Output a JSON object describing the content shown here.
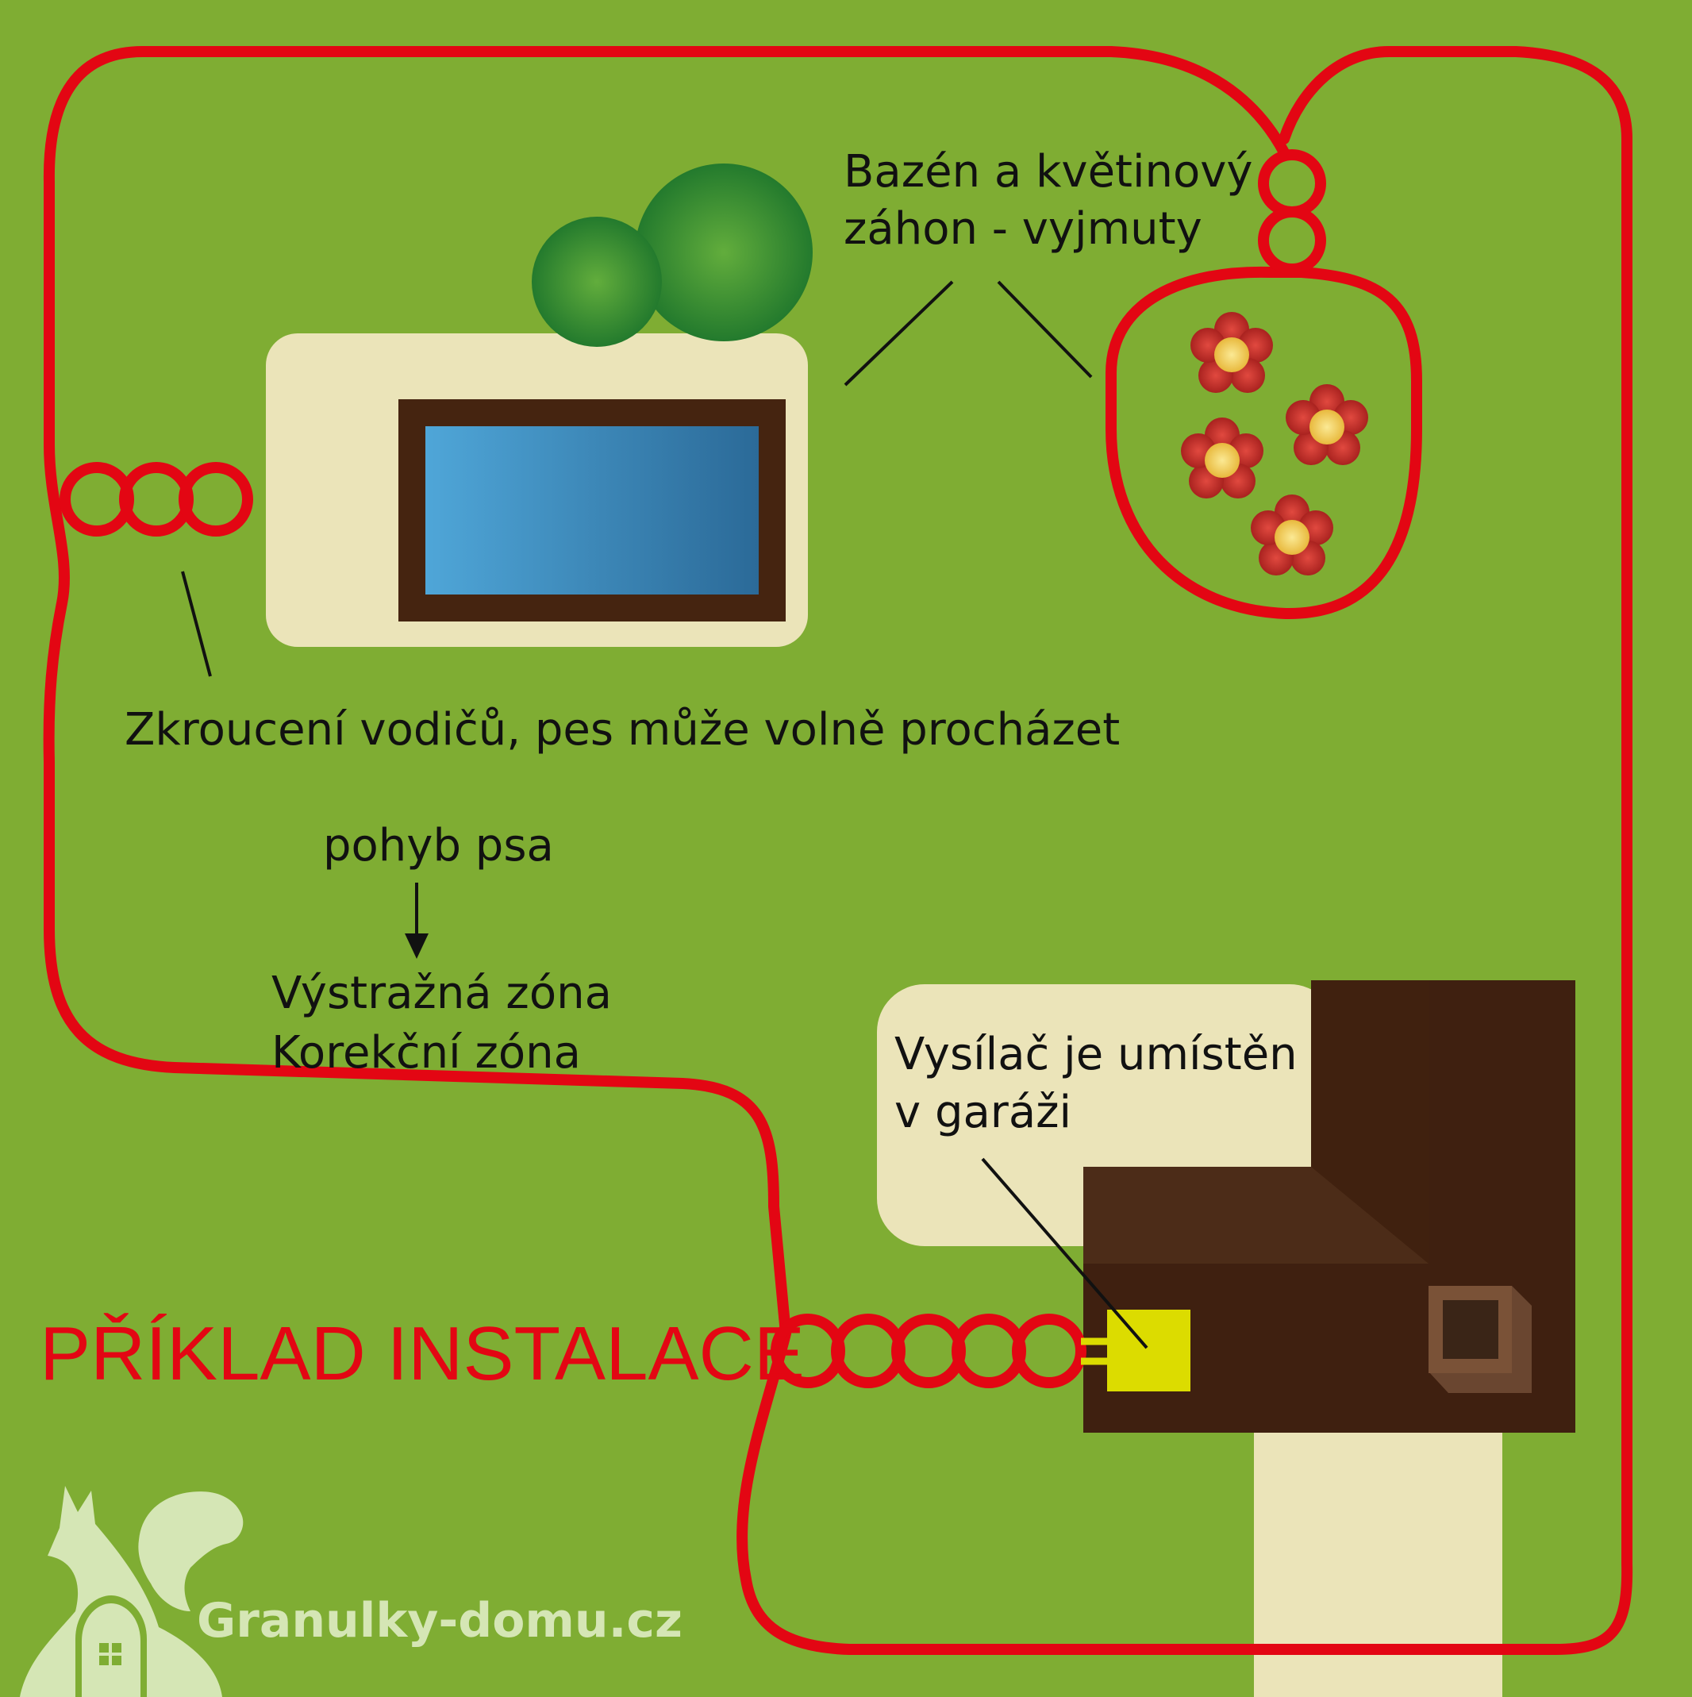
{
  "labels": {
    "exempt_line1": "Bazén a květinový",
    "exempt_line2": "záhon - vyjmuty",
    "twist": "Zkroucení vodičů, pes může volně procházet",
    "dog_movement": "pohyb psa",
    "warning_zone": "Výstražná zóna",
    "correction_zone": "Korekční zóna",
    "transmitter_line1": "Vysílač je umístěn",
    "transmitter_line2": "v garáži"
  },
  "title": "PŘÍKLAD INSTALACE",
  "brand": {
    "name": "Granulky-domu.cz"
  },
  "colors": {
    "lawn": "#7fad33",
    "wire": "#e30613",
    "paving": "#ebe4b9",
    "pool_frame": "#452410",
    "pool_water_light": "#4fa6d8",
    "pool_water_dark": "#2b6a98",
    "tree_green": "#3a8e2c",
    "house_dark": "#3f2010",
    "house_roof": "#4a2a17",
    "transmitter": "#dcdc00",
    "flower_petal": "#c0302b",
    "flower_center": "#f5d560",
    "title_red": "#e30613",
    "brand_light": "#d5e6b5"
  },
  "icons": [
    "pool",
    "trees",
    "flower-bed",
    "house-garage",
    "transmitter-box",
    "chimney",
    "dog-and-cat-logo"
  ]
}
